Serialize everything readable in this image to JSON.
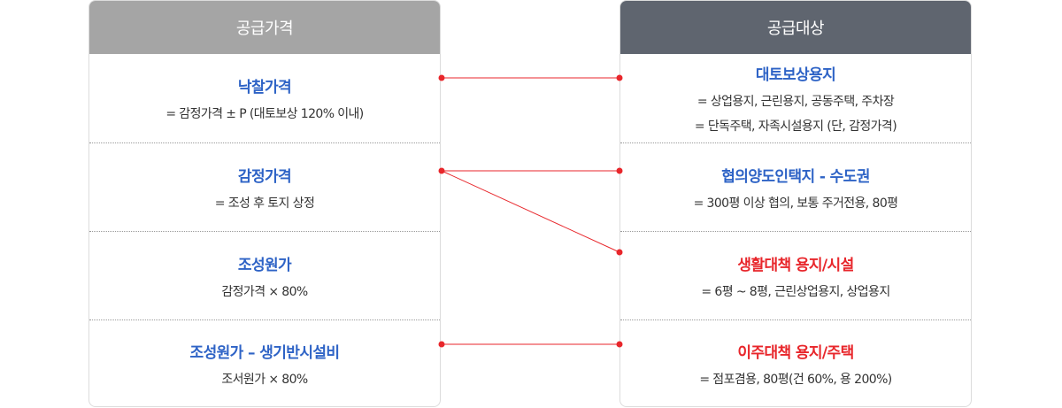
{
  "left_panel": {
    "header": "공급가격",
    "rows": [
      {
        "title": "낙찰가격",
        "line1": "= 감정가격 ± P (대토보상 120% 이내)"
      },
      {
        "title": "감정가격",
        "line1": "= 조성 후 토지 상정"
      },
      {
        "title": "조성원가",
        "line1": "감정가격 × 80%"
      },
      {
        "title": "조성원가 – 생기반시설비",
        "line1": "조서원가 × 80%"
      }
    ]
  },
  "right_panel": {
    "header": "공급대상",
    "rows": [
      {
        "title": "대토보상용지",
        "line1": "= 상업용지, 근린용지, 공동주택, 주차장",
        "line2": "= 단독주택, 자족시설용지 (단, 감정가격)"
      },
      {
        "title": "협의양도인택지 - 수도권",
        "line1": "= 300평 이상 협의, 보통 주거전용, 80평"
      },
      {
        "title": "생활대책 용지/시설",
        "line1": "= 6평 ~ 8평, 근린상업용지, 상업용지"
      },
      {
        "title": "이주대책 용지/주택",
        "line1": "= 점포겸용, 80평(건 60%, 용 200%)"
      }
    ]
  },
  "colors": {
    "left_header_bg": "#a5a5a5",
    "right_header_bg": "#5f656f",
    "title_blue": "#2e63c6",
    "title_red": "#e8262b",
    "connector_red": "#e8262b"
  },
  "connections": [
    {
      "from": "낙찰가격",
      "to": "대토보상용지"
    },
    {
      "from": "감정가격",
      "to": "협의양도인택지 - 수도권"
    },
    {
      "from": "감정가격",
      "to": "생활대책 용지/시설"
    },
    {
      "from": "조성원가 – 생기반시설비",
      "to": "이주대책 용지/주택"
    }
  ]
}
